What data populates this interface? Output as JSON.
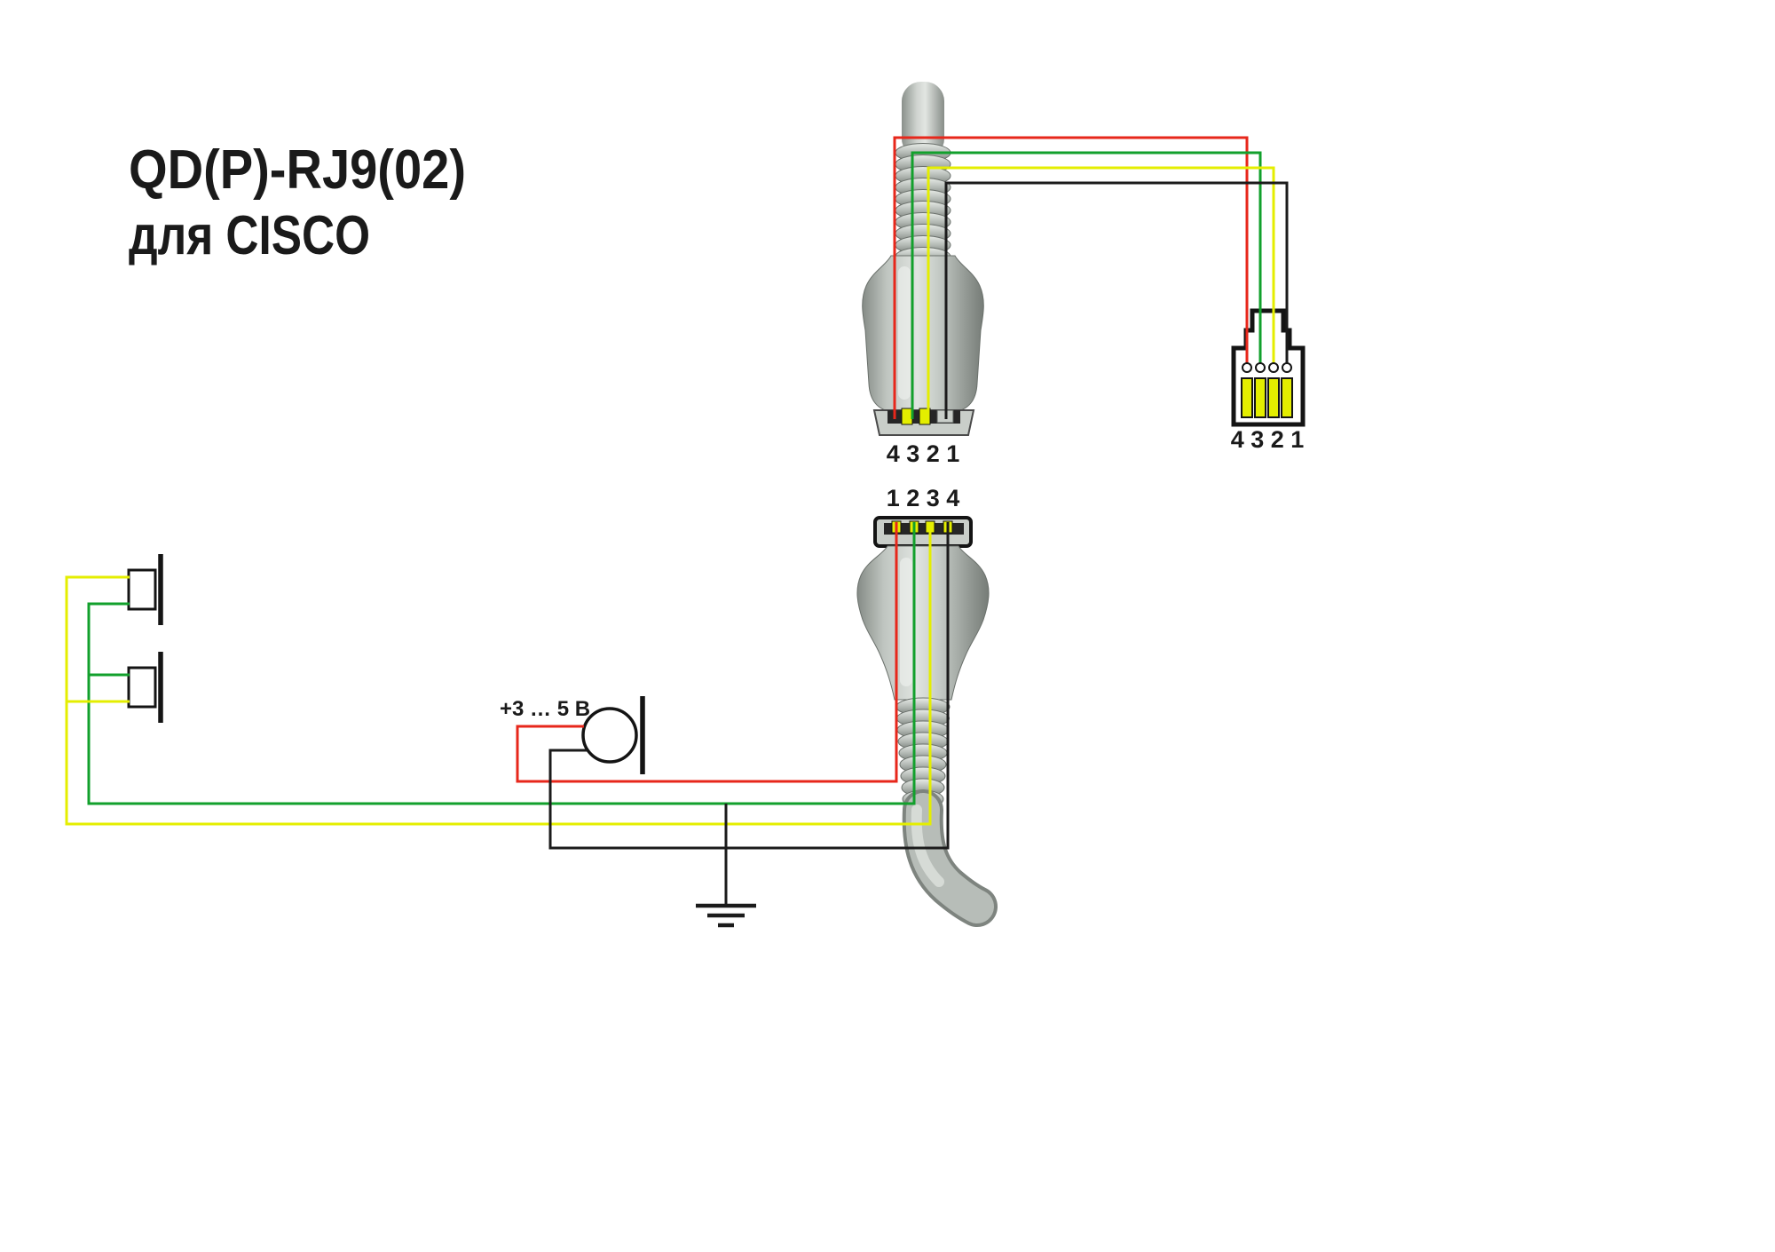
{
  "title": {
    "line1": "QD(P)-RJ9(02)",
    "line2": "для CISCO"
  },
  "connectors": {
    "qd_top": {
      "pin_label": "4 3 2 1"
    },
    "rj9": {
      "pin_label": "4 3 2 1"
    },
    "qd_bottom": {
      "pin_label": "1 2 3 4"
    }
  },
  "microphone": {
    "voltage_label": "+3 … 5 В"
  },
  "colors": {
    "wire_red": "#e7271b",
    "wire_green": "#12a02c",
    "wire_yellow": "#e4ee00",
    "wire_black": "#1b1b1b",
    "contact_yellow": "#e4ee00",
    "outline": "#141414"
  }
}
